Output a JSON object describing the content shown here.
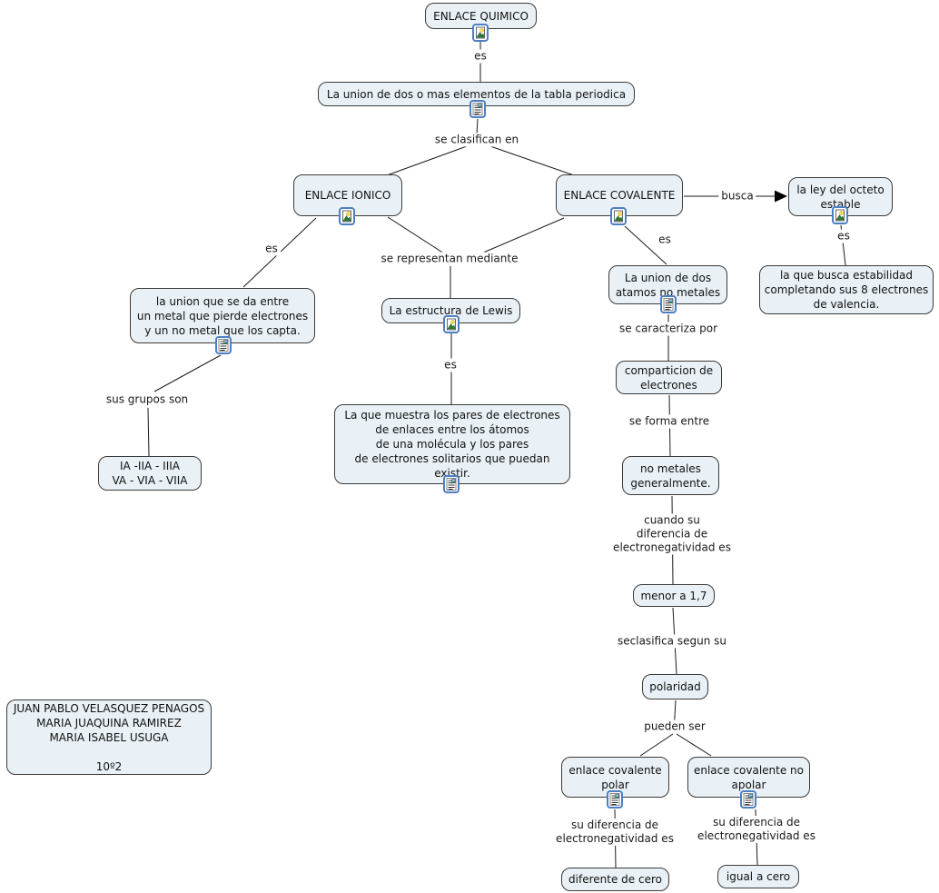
{
  "title": "ENLACE QUIMICO concept map",
  "nodes": {
    "enlace_quimico": "ENLACE QUIMICO",
    "union_elementos": "La union de dos o mas elementos de la tabla periodica",
    "enlace_ionico": "ENLACE IONICO",
    "enlace_covalente": "ENLACE COVALENTE",
    "ley_octeto": "la ley del octeto\nestable",
    "union_metal": "la union que se da entre\nun metal que pierde electrones\ny un no metal que los capta.",
    "estructura_lewis": "La estructura de Lewis",
    "union_atamos": "La union de dos\natamos no metales",
    "busca_estabilidad": "la que busca estabilidad\ncompletando sus 8 electrones\nde valencia.",
    "muestra_pares": "La que muestra los pares de electrones\nde enlaces entre los átomos\nde una molécula y los pares\nde electrones solitarios que puedan\nexistir.",
    "grupos": "IA -IIA - IIIA\nVA - VIA - VIIA",
    "comparticion": "comparticion de\nelectrones",
    "no_metales": "no metales\ngeneralmente.",
    "menor": "menor a 1,7",
    "polaridad": "polaridad",
    "polar": "enlace covalente\npolar",
    "no_apolar": "enlace covalente no\napolar",
    "diferente_cero": "diferente de cero",
    "igual_cero": "igual a cero",
    "authors": "JUAN PABLO VELASQUEZ PENAGOS\nMARIA JUAQUINA RAMIREZ\nMARIA ISABEL USUGA\n\n10º2"
  },
  "labels": {
    "es1": "es",
    "se_clasifican": "se clasifican en",
    "es_ionico": "es",
    "se_representan": "se representan mediante",
    "es_covalente": "es",
    "busca": "busca",
    "es_octeto": "es",
    "sus_grupos": "sus grupos son",
    "es_lewis": "es",
    "se_caracteriza": "se caracteriza por",
    "se_forma": "se forma entre",
    "cuando": "cuando su\ndiferencia de\nelectronegatividad es",
    "seclasifica": "seclasifica segun su",
    "pueden_ser": "pueden ser",
    "su_dif_polar": "su diferencia de\nelectronegatividad es",
    "su_dif_apolar": "su diferencia de\nelectronegatividad es"
  },
  "icons": {
    "image": "picture-resource-icon",
    "document": "document-resource-icon"
  },
  "colors": {
    "node_fill": "#e9f1f6",
    "node_border": "#3b3b3b",
    "icon_border": "#4c7fc4",
    "line": "#1a1a1a",
    "background": "#ffffff"
  }
}
